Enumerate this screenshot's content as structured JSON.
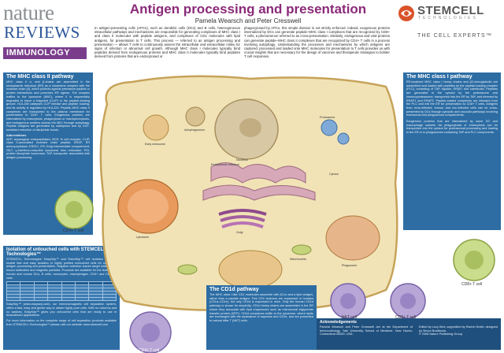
{
  "header": {
    "logo_nature": "nature",
    "logo_reviews": "REVIEWS",
    "logo_immunology": "IMMUNOLOGY",
    "title": "Antigen processing and presentation",
    "authors": "Pamela Wearsch and Peter Cresswell",
    "intro_col1": "In antigen-presenting cells (APCs), such as dendritic cells (DCs) and B cells, heterogeneous intracellular pathways and mechanisms are responsible for generating complexes of MHC class I and class II molecules with peptide antigens, and complexes of CD1 molecules with lipid antigens, for presentation to T cells. This process — referred to as antigen processing and presentation — allows T cells to continuously assess the intracellular and extracellular milieu for signs of infection or abnormal cell growth. Although MHC class I molecules typically bind peptides derived from endogenous proteins and MHC class II molecules typically bind peptides derived from proteins that are endocytosed or",
    "intro_col2": "phagocytosed by APCs, this simple division is not strictly enforced. Indeed, exogenous proteins internalized by DCs can generate peptide–MHC class I complexes that are recognized by CD8+ T cells, a phenomenon referred to as cross-presentation. Similarly, endogenous and viral proteins can generate peptide–MHC class II complexes that are recognized by CD4+ T cells in a process involving autophagy. Understanding the processes and mechanisms by which antigens are captured, processed and loaded onto MHC molecules for presentation to T cells provides us with crucial insights that are necessary for the design of vaccines and therapeutic strategies to bolster T cell responses.",
    "stemcell_name": "STEMCELL",
    "stemcell_tag": "TECHNOLOGIES",
    "stemcell_slogan": "THE CELL EXPERTS™"
  },
  "panels": {
    "mhc2": {
      "title": "The MHC class II pathway",
      "text": "MHC class II α- and β-chains are assembled in the endoplasmic reticulum (ER) as a nonameric complex with the invariant chain (Ii), which protects against premature peptide or protein interactions and promotes ER egress. The complex traffics to the lysosome (MIIC), where Ii is sequentially degraded to leave a fragment (CLIP) in the peptide-binding groove. HLA-DM catalyses CLIP release and peptide loading, and its activity is regulated by HLA-DO. Peptide–MHC class II complexes are transported to the plasma membrane for presentation to CD4+ T cells. Exogenous proteins are internalized by endocytosis, phagocytosis or macropinocytosis, and endogenous proteins access the MIIC through autophagy. Peptide antigens are generated by cathepsins and by GILT-mediated reduction of disulphide bonds.",
      "abbrev_title": "Abbreviations",
      "abbrev_text": "AEP, asparaginyl endopeptidase; BCR, B cell receptor; CLIP, class II-associated invariant chain peptide; ERAP, ER aminopeptidase; ERGIC, ER–Golgi intermediate compartment; GILT, γ-interferon-inducible lysosomal thiol reductase; PDI, protein disulphide isomerase; TAP, transporter associated with antigen processing."
    },
    "mhc1": {
      "title": "The MHC class I pathway",
      "text": "ER-localized MHC class I heavy chains and β2-microglobulin are assembled and loaded with peptides by the peptide-loading complex (PLC), consisting of TAP, tapasin, ERp57 and calreticulin. Peptides are generated in the cytosol by the proteasome and immunoproteasome, transported into the ER by TAP, and trimmed by ERAP1 and ERAP2. Peptide-loaded complexes are released from the PLC and exit the ER for presentation to CD8+ T cells. Antigens from virus-infected, tumour and non-infected cells can be cross-presented by DCs through cytosolic and vacuolar pathways involving endosomal and phagosomal compartments.",
      "text2": "Exogenous proteins that are internalized by some DC and macrophage subsets via phagocytosis or endocytosis can be transported into the cytosol for proteasomal processing and loading in the ER or in phagosomes containing TAP and PLC components."
    },
    "isolation": {
      "title": "Isolation of untouched cells with STEMCELL Technologies™",
      "text": "STEMCELL Technologies' EasySep™ and RoboSep™ cell isolation products enable fast and easy isolation of highly purified untouched cells for studies of antigen processing and presentation. Negative selection leaves target cells free of bound antibodies and magnetic particles. Products are available for the isolation of human and mouse DCs, B cells, monocytes, macrophages, CD4+ and CD8+ T cells.",
      "text2": "EasySep™ (www.easysep.com), our immunomagnetic cell separation system, offers a fast, easy and gentle way to obtain highly pure cells. With no columns and no washes, EasySep™ gives you untouched cells that are ready to use in downstream applications.",
      "text3": "For more information on the complete range of cell separation products available from STEMCELL Technologies™ please visit our website: www.stemcell.com"
    },
    "cd1": {
      "title": "The CD1d pathway",
      "text": "The MHC class I-like CD1 molecules assemble with β2-m and a lipid antigen, rather than a peptide antigen. Five CD1 isoforms are expressed in humans (CD1a–CD1e), but only CD1d is expressed in mice. Only the human CD1d pathway is shown for simplicity. CD1d heavy chains are assembled in the ER where they associate with lipid chaperones such as microsomal triglyceride transfer protein (MTP). CD1d complexes traffic to the lysosome, where lipids are exchanged with the assistance of saposins and CD1e, and are presented to natural killer T (NKT) cells."
    },
    "ack": {
      "title": "Acknowledgements",
      "text": "Pamela Wearsch and Peter Cresswell are at the Department of Immunobiology, Yale University School of Medicine, New Haven, Connecticut 06520, USA.",
      "edited": "Edited by Lucy Bird; copyedited by Rachel Smith; designed by Simon Bradbrook.",
      "copyright": "© 2008 Nature Publishing Group."
    }
  },
  "diagram": {
    "labels": {
      "nucleus": "Nucleus",
      "er": "Endoplasmic reticulum",
      "golgi": "Golgi",
      "lysosome": "Lysosome",
      "endosome": "Early endosome",
      "autophagosome": "Autophagosome",
      "phagosome": "Phagosome",
      "proteasome": "Proteasome",
      "cytosol": "Cytosol",
      "mitochondria": "Mitochondria"
    },
    "cells": {
      "cd4": "CD4+ T cell",
      "cd8": "CD8+ T cell",
      "nkt": "NKT cell",
      "tcell_left": "CD4+ T cell",
      "tcell_right": "CD8+ T cell"
    },
    "colors": {
      "cell_fill": "#f1e3b6",
      "cell_border": "#c6a35a",
      "nucleus_fill": "#d8c8a4",
      "er_fill": "#d6a8b8",
      "lysosome_fill": "#e79a5c",
      "tcell_purple": "#b7a6d6",
      "tcell_green": "#c9dd8c",
      "panel_blue": "#2d6da4"
    }
  }
}
